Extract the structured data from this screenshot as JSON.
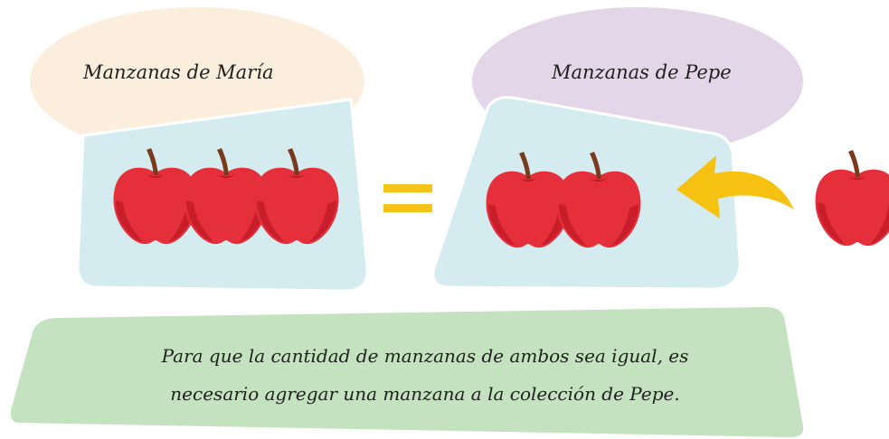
{
  "maria": {
    "title": "Manzanas de María",
    "apple_count": 3
  },
  "pepe": {
    "title": "Manzanas de Pepe",
    "apple_count": 2,
    "incoming_apples": 1
  },
  "relation": "equals",
  "note": {
    "line1": "Para que la cantidad de manzanas de ambos sea igual, es",
    "line2": "necesario agregar una manzana a la colección de Pepe."
  },
  "colors": {
    "maria_bubble": "#fbeedd",
    "pepe_bubble": "#e2d6e8",
    "card": "#d4ecef",
    "note_panel": "#c4e2bf",
    "equals_sign": "#f6c31a",
    "arrow": "#f7c112",
    "apple": "#e5303c",
    "apple_dark": "#c81e2b",
    "stem": "#7a3a1d"
  },
  "icons": {
    "apple": "apple-icon",
    "equals": "equals-icon",
    "arrow": "curved-arrow-icon"
  }
}
